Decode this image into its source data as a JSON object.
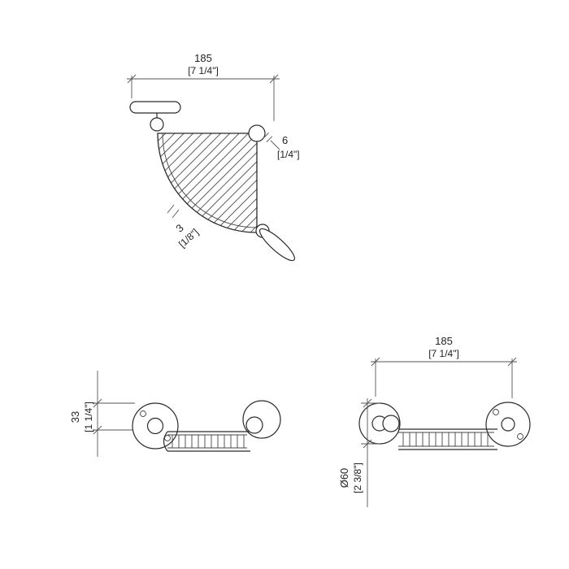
{
  "colors": {
    "line": "#2a2a2a",
    "background": "#ffffff"
  },
  "plan_view": {
    "overall_width": {
      "mm": "185",
      "inch": "[7 1/4\"]"
    },
    "rim_depth": {
      "mm": "6",
      "inch": "[1/4\"]"
    },
    "wire_diameter": {
      "mm": "3",
      "inch": "[1/8\"]"
    }
  },
  "front_view": {
    "drop_height": {
      "mm": "33",
      "inch": "[1 1/4\"]"
    }
  },
  "side_view": {
    "overall_width": {
      "mm": "185",
      "inch": "[7 1/4\"]"
    },
    "flange_diameter": {
      "mm": "Ø60",
      "inch": "[2 3/8\"]"
    }
  }
}
